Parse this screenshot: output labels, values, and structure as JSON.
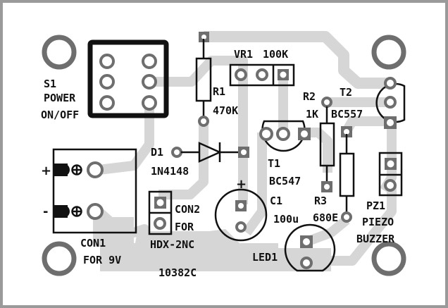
{
  "board": {
    "code": "10382C",
    "colors": {
      "frame": "#9a9a9a",
      "copper_trace": "#d6d6d6",
      "pad": "#6e6e6e",
      "silkscreen": "#111111",
      "background": "#ffffff"
    }
  },
  "components": {
    "s1": {
      "ref": "S1",
      "line1": "POWER",
      "line2": "ON/OFF"
    },
    "r1": {
      "ref": "R1",
      "value": "470K"
    },
    "vr1": {
      "ref": "VR1",
      "value": "100K"
    },
    "r2": {
      "ref": "R2",
      "value": "1K"
    },
    "t2": {
      "ref": "T2",
      "value": "BC557"
    },
    "d1": {
      "ref": "D1",
      "value": "1N4148"
    },
    "t1": {
      "ref": "T1",
      "value": "BC547"
    },
    "con1": {
      "ref": "CON1",
      "value": "FOR 9V",
      "plus": "+",
      "minus": "-"
    },
    "con2": {
      "ref": "CON2",
      "line2": "FOR",
      "line3": "HDX-2NC"
    },
    "c1": {
      "ref": "C1",
      "value": "100u",
      "polarity": "+"
    },
    "r3": {
      "ref": "R3",
      "value": "680E"
    },
    "led1": {
      "ref": "LED1"
    },
    "pz1": {
      "ref": "PZ1",
      "line2": "PIEZO",
      "line3": "BUZZER"
    }
  }
}
